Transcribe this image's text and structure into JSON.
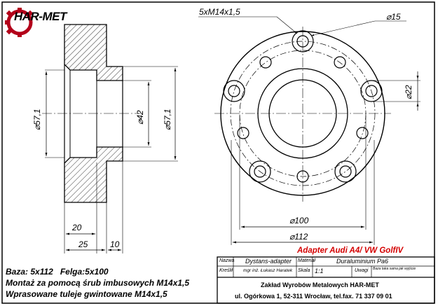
{
  "logo": {
    "text": "HAR-MET",
    "icon": "gear-icon"
  },
  "dimensions": {
    "thread_spec": "5xM14x1,5",
    "hole_diameter": "⌀15",
    "diameter_22": "⌀22",
    "diameter_100": "⌀100",
    "diameter_112": "⌀112",
    "diameter_57_left": "⌀57,1",
    "diameter_42": "⌀42",
    "diameter_57_right": "⌀57,1",
    "width_20": "20",
    "width_25": "25",
    "width_10": "10"
  },
  "notes": {
    "line1_a": "Baza: 5x112",
    "line1_b": "Felga:5x100",
    "line2": "Montaż za pomocą śrub imbusowych M14x1,5",
    "line3": "Wprasowane tuleje gwintowane M14x1,5"
  },
  "title_block": {
    "title": "Adapter Audi A4/ VW GolfIV",
    "name_label": "Nazwa",
    "name_value": "Dystans-adapter",
    "material_label": "Materiał",
    "material_value": "Duraluminium Pa6",
    "drew_label": "Kreślił",
    "drew_value": "mgr inż. Łukasz Haratek",
    "scale_label": "Skala",
    "scale_value": "1:1",
    "remarks_label": "Uwagi",
    "remarks_value": "Baza taka sama jak wyjście",
    "company": "Zakład Wyrobów Metalowych HAR-MET",
    "address": "ul. Ogórkowa 1, 52-311 Wrocław, tel.fax. 71 337 09 01"
  }
}
